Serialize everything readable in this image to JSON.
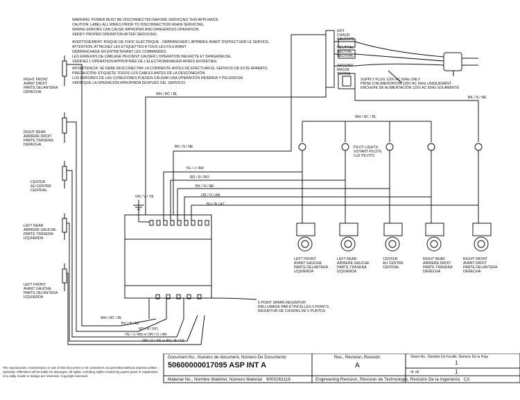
{
  "warnings": {
    "en": [
      "WARNING: POWER MUST BE DISCONNECTED BEFORE SERVICING THIS APPLIANCE.",
      "CAUTION: LABEL ALL WIRES PRIOR TO DISCONNECTION WHEN SERVICING.",
      "WIRING ERRORS CAN CAUSE IMPROPER AND DANGEROUS OPERATION.",
      "VERIFY PROPER OPERATION AFTER SERVICING."
    ],
    "fr": [
      "AVERTISSEMENT: RISQUE DE CHOC ELECTRIQUE - DEBRANCHER L'APPAREIL AVANT D'EFFECTUER LE SERVICE.",
      "ATTENTION: ATTACHEZ LES ETIQUETTES A TOUS LES FILS AVANT",
      "DÉBRANCHAGE EN ENTRETENANT LES COMMANDES.",
      "LES ERREURS DE CÂBLAGE PEUVENT CAUSER L'OPERATION INEXACTE ET DANGEREUSE.",
      "VÉRIFIEZ L'OPÉRATION APPROPRIÉE DE L'ELECTROMENAGER APRES ENTRETIEN."
    ],
    "es": [
      "ADVERTENCIA: SE DEBE DESCONECTAR LA CORRIENTE ANTES DE EFECTUAR EL SERVICIO DE ESTE APARATO.",
      "PRECAUCIÓN: ETIQUETE TODOS LOS CABLES ANTES DE LA DESCONEXIÓN.",
      "LOS ERRORES DE LAS CONEXIONES PUEDEN CAUSAR UNA OPERACIÓN INDEBIDA Y PELIGROSA.",
      "VERIFIQUE LA OPERACIÓN APROPIADA DESPUÉS DEL SERVICIO."
    ]
  },
  "power": {
    "hot": [
      "HOT",
      "CHAUD",
      "CALIENTE"
    ],
    "neutral": [
      "NEUTRAL",
      "NEUTRE",
      "NEUTRAL"
    ],
    "ground": [
      "GROUND",
      "MASSE",
      "TIERRA"
    ],
    "supply": [
      "SUPPLY PLUG 120V AC 60Hz ONLY",
      "PRISE D'ALIMENTATION 120V AC 60Hz UNIQUEMENT",
      "ENCHUFE DE ALIMENTACIÓN 120V AC 60Hz SOLAMENTE"
    ]
  },
  "electrodes": [
    [
      "RIGHT FRONT",
      "AVANT DROIT",
      "PARTE DELANTERA",
      "DERECHA"
    ],
    [
      "RIGHT REAR",
      "ARRIERE DROIT",
      "PARTE TRASERA",
      "DERECHA"
    ],
    [
      "CENTER",
      "AU CENTRE",
      "CENTRAL"
    ],
    [
      "LEFT REAR",
      "ARRIERE GAUCHE",
      "PARTE TRASERA",
      "IZQUIERDA"
    ],
    [
      "LEFT FRONT",
      "AVANT GAUCHE",
      "PARTE DELANTERA",
      "IZQUIERDA"
    ]
  ],
  "valves": [
    [
      "LEFT FRONT",
      "AVANT GAUCHE",
      "PARTE DELANTERA",
      "IZQUIERDA"
    ],
    [
      "LEFT REAR",
      "ARRIERE GAUCHE",
      "PARTE TRASERA",
      "IZQUIERDA"
    ],
    [
      "CENTER",
      "AU CENTRE",
      "CENTRAL"
    ],
    [
      "RIGHT REAR",
      "ARRIERE DROIT",
      "PARTE TRASERA",
      "DERECHA"
    ],
    [
      "RIGHT FRONT",
      "AVANT DROIT",
      "PARTE DELANTERA",
      "DERECHA"
    ]
  ],
  "pilot": [
    "PILOT LIGHTS",
    "VOYANT PILOTE",
    "LUZ PILOTO"
  ],
  "ignitor": [
    "5 POINT SPARK REIGNITOR",
    "RALLUMAGE PAR ÉTINCELLES 5 POINTS",
    "REIGNITOR DE CHISPAS DE 5 PUNTOS"
  ],
  "wires": {
    "wh_top": "WH / BC / BL",
    "bk_right": "BK / N / NE",
    "wh_mid": "WH / BC / BL",
    "bk_mid": "BK / N / NE",
    "ye": "YE / J / AM",
    "rd": "RD / R / RO",
    "bk_ctrl": "BK / N / NE",
    "or": "OR / O / AN",
    "bu": "BU / B / AZ",
    "gn": "GN / V / VE",
    "wh_bot": "WH / BC / BL",
    "bu_bot": "BU / B / AZ",
    "rd_bot": "RD / R / RO",
    "ye_bot": "YE / J / AM or OR / O / AN",
    "or_bot": "OR / O / AN or BU / B / AZ"
  },
  "titleblock": {
    "legal": [
      "The reproduction, transmission or use of this document or its contents is not permitted without express written",
      "authority. Offenders will be liable for damages. All rights, including rights created by patent grant or registration",
      "of a utility model or design are reserved. Copyright reserved."
    ],
    "doc_label": "Document No., Numéro de document, Número De Documento",
    "doc_no": "50600000017095 ASP INT A",
    "rev_label": "Rev., Révision, Revisión",
    "rev": "A",
    "sheet_label": "Sheet No., Nombre De Feuille, Número De la Hoja",
    "sheet": "1",
    "of_label": "of, de",
    "of": "1",
    "material_label": "Material No., Nombre Matériel, Número Material",
    "material_no": "9000263116",
    "eng_rev_label": "Engineering Revision, Révision de Technologie, Revisión De la Ingeniería",
    "eng_rev": "C3"
  }
}
